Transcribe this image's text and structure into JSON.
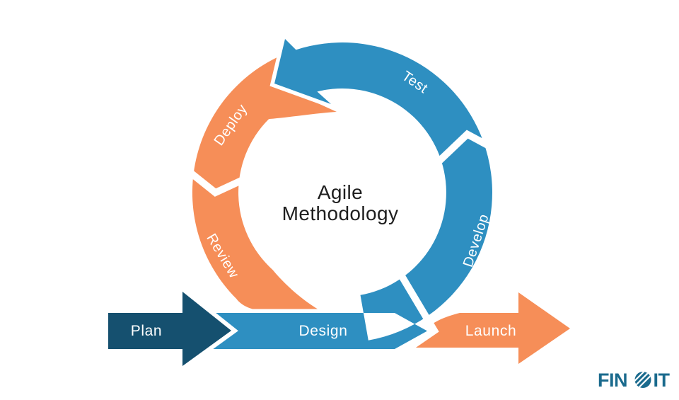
{
  "title": {
    "line1": "Agile",
    "line2": "Methodology"
  },
  "labels": {
    "plan": "Plan",
    "design": "Design",
    "develop": "Develop",
    "test": "Test",
    "deploy": "Deploy",
    "review": "Review",
    "launch": "Launch"
  },
  "logo": {
    "prefix": "FIN",
    "suffix": "IT",
    "icon": "striped-globe-o-icon"
  },
  "colors": {
    "navy": "#15506f",
    "blue": "#2e8fc1",
    "orange": "#f68e58",
    "logo": "#1a6a8d",
    "title": "#1e1e1e",
    "label_text": "#ffffff"
  }
}
